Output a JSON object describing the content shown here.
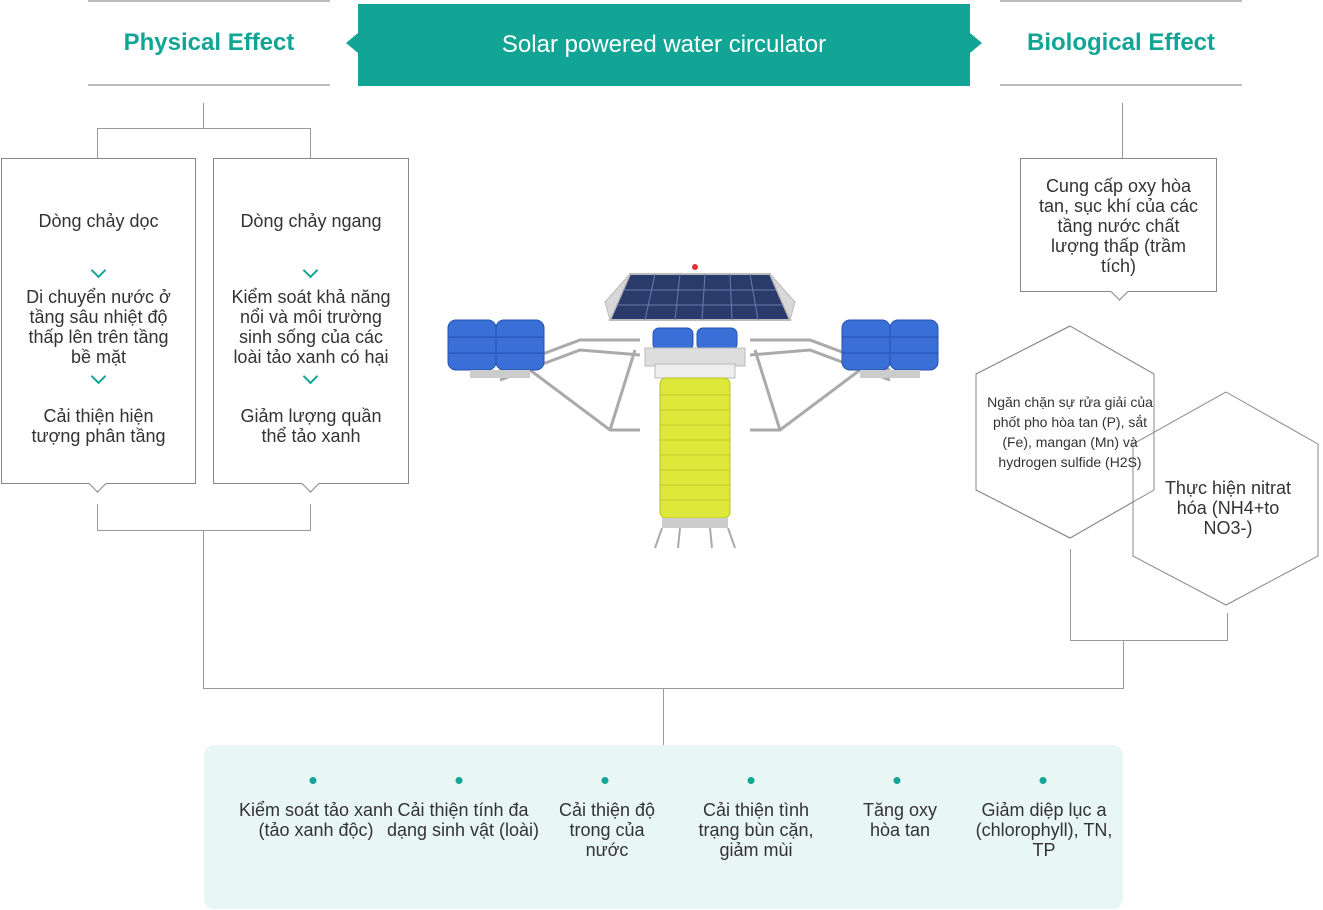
{
  "header": {
    "left_title": "Physical Effect",
    "center_title": "Solar powered water circulator",
    "right_title": "Biological Effect"
  },
  "physical": {
    "vertical": {
      "title": "Dòng chảy dọc",
      "step1": "Di chuyển nước ở tầng sâu nhiệt độ thấp lên trên tầng bề mặt",
      "step2": "Cải thiện hiện tượng phân tầng"
    },
    "horizontal": {
      "title": "Dòng chảy ngang",
      "step1": "Kiểm soát khả năng nổi và môi trường sinh sống của các loài tảo xanh có hại",
      "step2": "Giảm lượng quần thể tảo xanh"
    }
  },
  "biological": {
    "oxygen": "Cung cấp oxy hòa tan, sục khí của các tầng nước chất lượng thấp (trầm tích)",
    "prevent": "Ngăn chặn sự rửa giải của phốt pho hòa tan (P), sắt (Fe), mangan (Mn) và hydrogen sulfide (H2S)",
    "nitrify": "Thực hiện nitrat hóa (NH4+to NO3-)"
  },
  "results": [
    "Kiểm soát tảo xanh (tảo xanh độc)",
    "Cải thiện tính đa dạng sinh vật (loài)",
    "Cải thiện độ trong của nước",
    "Cải thiện tình trạng bùn cặn, giảm mùi",
    "Tăng oxy hòa tan",
    "Giảm diệp lục a (chlorophyll), TN, TP"
  ],
  "colors": {
    "accent": "#12a596",
    "panel": "#e8f6f4",
    "yellow": "#dde83a",
    "blue": "#3a6fd8"
  }
}
